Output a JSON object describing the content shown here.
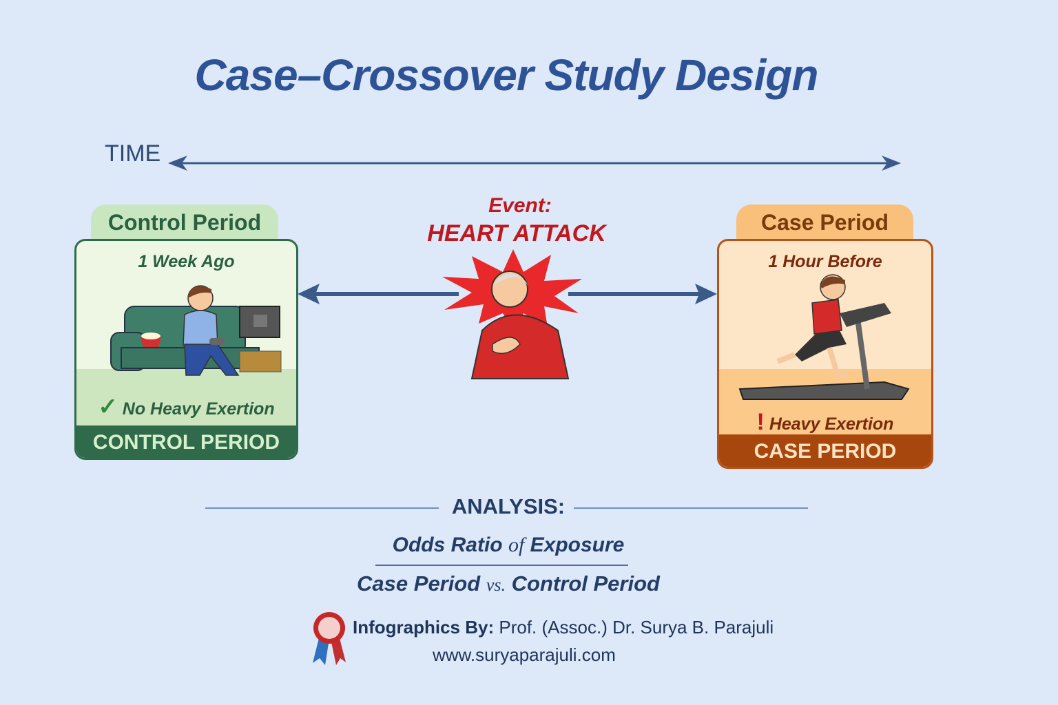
{
  "title": "Case–Crossover Study Design",
  "timeline": {
    "label": "TIME"
  },
  "control": {
    "tab": "Control Period",
    "time": "1 Week Ago",
    "exposure": "No Heavy Exertion",
    "band": "CONTROL PERIOD",
    "icon": "check-icon",
    "color": "#2f6b4a"
  },
  "case": {
    "tab": "Case Period",
    "time": "1 Hour Before",
    "exposure": "Heavy Exertion",
    "band": "CASE PERIOD",
    "icon": "exclamation-icon",
    "color": "#a8470d"
  },
  "event": {
    "label": "Event:",
    "name": "HEART ATTACK",
    "color": "#c0181e"
  },
  "analysis": {
    "heading": "ANALYSIS:",
    "line1a": "Odds Ratio",
    "line1b": "of",
    "line1c": "Exposure",
    "line2a": "Case Period",
    "line2b": "vs.",
    "line2c": "Control Period"
  },
  "credits": {
    "by_label": "Infographics By:",
    "author": "Prof. (Assoc.) Dr. Surya B. Parajuli",
    "url": "www.suryaparajuli.com"
  }
}
